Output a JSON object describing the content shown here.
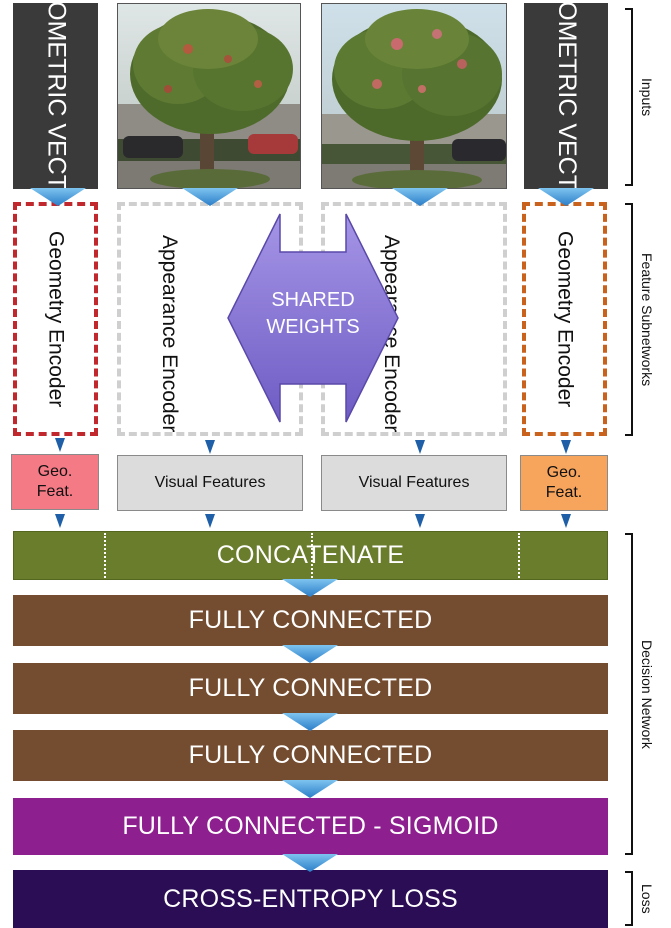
{
  "inputs": {
    "geo_left": "GEOMETRIC VECTOR",
    "geo_right": "GEOMETRIC VECTOR"
  },
  "encoders": {
    "geometry_left": "Geometry Encoder",
    "appearance_left": "Appearance Encoder",
    "appearance_right": "Appearance Encoder",
    "geometry_right": "Geometry Encoder",
    "shared_weights": "SHARED WEIGHTS"
  },
  "features": {
    "geo_left": "Geo. Feat.",
    "visual_left": "Visual Features",
    "visual_right": "Visual Features",
    "geo_right": "Geo. Feat."
  },
  "layers": {
    "concatenate": "CONCATENATE",
    "fc1": "FULLY CONNECTED",
    "fc2": "FULLY CONNECTED",
    "fc3": "FULLY CONNECTED",
    "fc_sigmoid": "FULLY CONNECTED - SIGMOID",
    "loss": "CROSS-ENTROPY LOSS"
  },
  "stages": {
    "inputs": "Inputs",
    "feature_subnetworks": "Feature Subnetworks",
    "decision_network": "Decision Network",
    "loss": "Loss"
  },
  "colors": {
    "geo_input": "#3a3a3a",
    "geo_feat_left": "#f47a86",
    "geo_feat_right": "#f7a55c",
    "visual_feat": "#dcdcdc",
    "concatenate": "#6a7d2c",
    "fully_connected": "#744d30",
    "sigmoid": "#8e1f8f",
    "loss": "#2a0d55",
    "arrow": "#1f5fa8",
    "shared_weights": "#8b78d6"
  }
}
